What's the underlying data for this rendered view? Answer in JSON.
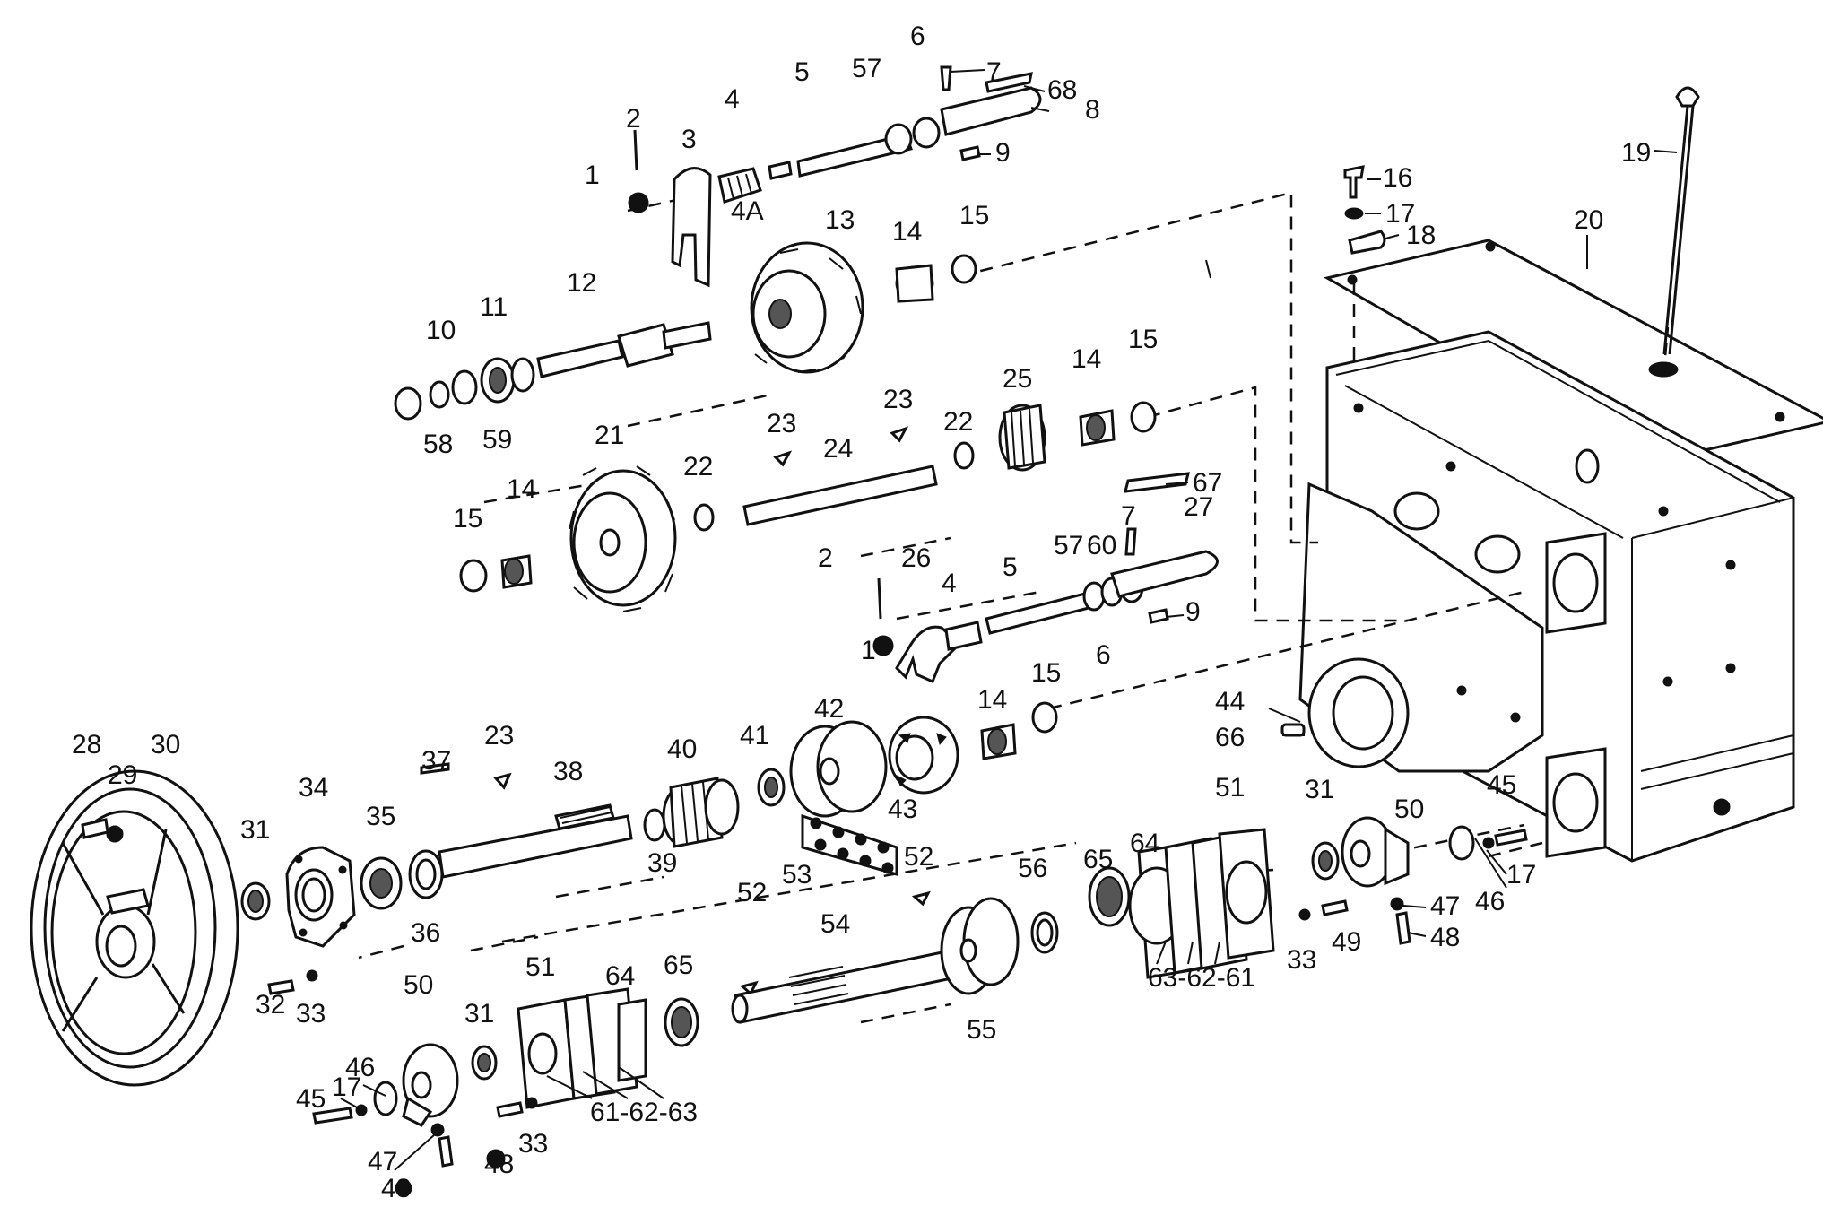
{
  "diagram": {
    "callouts": [
      {
        "id": "c1a",
        "text": "1"
      },
      {
        "id": "c2a",
        "text": "2"
      },
      {
        "id": "c3",
        "text": "3"
      },
      {
        "id": "c4a",
        "text": "4"
      },
      {
        "id": "c4A",
        "text": "4A"
      },
      {
        "id": "c5a",
        "text": "5"
      },
      {
        "id": "c57a",
        "text": "57"
      },
      {
        "id": "c6a",
        "text": "6"
      },
      {
        "id": "c7a",
        "text": "7"
      },
      {
        "id": "c68",
        "text": "68"
      },
      {
        "id": "c8",
        "text": "8"
      },
      {
        "id": "c9a",
        "text": "9"
      },
      {
        "id": "c16",
        "text": "16"
      },
      {
        "id": "c17a",
        "text": "17"
      },
      {
        "id": "c18",
        "text": "18"
      },
      {
        "id": "c19",
        "text": "19"
      },
      {
        "id": "c20",
        "text": "20"
      },
      {
        "id": "c10",
        "text": "10"
      },
      {
        "id": "c11",
        "text": "11"
      },
      {
        "id": "c12",
        "text": "12"
      },
      {
        "id": "c13",
        "text": "13"
      },
      {
        "id": "c14a",
        "text": "14"
      },
      {
        "id": "c15a",
        "text": "15"
      },
      {
        "id": "c58",
        "text": "58"
      },
      {
        "id": "c59",
        "text": "59"
      },
      {
        "id": "c25",
        "text": "25"
      },
      {
        "id": "c14b",
        "text": "14"
      },
      {
        "id": "c15b",
        "text": "15"
      },
      {
        "id": "c23a",
        "text": "23"
      },
      {
        "id": "c23b",
        "text": "23"
      },
      {
        "id": "c24",
        "text": "24"
      },
      {
        "id": "c22a",
        "text": "22"
      },
      {
        "id": "c21",
        "text": "21"
      },
      {
        "id": "c22b",
        "text": "22"
      },
      {
        "id": "c15c",
        "text": "15"
      },
      {
        "id": "c14c",
        "text": "14"
      },
      {
        "id": "c67",
        "text": "67"
      },
      {
        "id": "c7b",
        "text": "7"
      },
      {
        "id": "c27",
        "text": "27"
      },
      {
        "id": "c2b",
        "text": "2"
      },
      {
        "id": "c26",
        "text": "26"
      },
      {
        "id": "c5b",
        "text": "5"
      },
      {
        "id": "c57b",
        "text": "57"
      },
      {
        "id": "c60",
        "text": "60"
      },
      {
        "id": "c4b",
        "text": "4"
      },
      {
        "id": "c1b",
        "text": "1"
      },
      {
        "id": "c9b",
        "text": "9"
      },
      {
        "id": "c6b",
        "text": "6"
      },
      {
        "id": "c14d",
        "text": "14"
      },
      {
        "id": "c15d",
        "text": "15"
      },
      {
        "id": "c44",
        "text": "44"
      },
      {
        "id": "c66",
        "text": "66"
      },
      {
        "id": "c28",
        "text": "28"
      },
      {
        "id": "c29",
        "text": "29"
      },
      {
        "id": "c30",
        "text": "30"
      },
      {
        "id": "c31a",
        "text": "31"
      },
      {
        "id": "c34",
        "text": "34"
      },
      {
        "id": "c35",
        "text": "35"
      },
      {
        "id": "c37",
        "text": "37"
      },
      {
        "id": "c23c",
        "text": "23"
      },
      {
        "id": "c38",
        "text": "38"
      },
      {
        "id": "c40",
        "text": "40"
      },
      {
        "id": "c41",
        "text": "41"
      },
      {
        "id": "c42",
        "text": "42"
      },
      {
        "id": "c43",
        "text": "43"
      },
      {
        "id": "c39",
        "text": "39"
      },
      {
        "id": "c36",
        "text": "36"
      },
      {
        "id": "c53",
        "text": "53"
      },
      {
        "id": "c52a",
        "text": "52"
      },
      {
        "id": "c52b",
        "text": "52"
      },
      {
        "id": "c54",
        "text": "54"
      },
      {
        "id": "c56",
        "text": "56"
      },
      {
        "id": "c55",
        "text": "55"
      },
      {
        "id": "c65a",
        "text": "65"
      },
      {
        "id": "c64a",
        "text": "64"
      },
      {
        "id": "c51a",
        "text": "51"
      },
      {
        "id": "c31b",
        "text": "31"
      },
      {
        "id": "c50a",
        "text": "50"
      },
      {
        "id": "c45a",
        "text": "45"
      },
      {
        "id": "c17b",
        "text": "17"
      },
      {
        "id": "c46a",
        "text": "46"
      },
      {
        "id": "c47a",
        "text": "47"
      },
      {
        "id": "c48a",
        "text": "48"
      },
      {
        "id": "c49",
        "text": "49"
      },
      {
        "id": "c33a",
        "text": "33"
      },
      {
        "id": "c63a",
        "text": "63-62-61"
      },
      {
        "id": "c32",
        "text": "32"
      },
      {
        "id": "c33b",
        "text": "33"
      },
      {
        "id": "c50b",
        "text": "50"
      },
      {
        "id": "c31c",
        "text": "31"
      },
      {
        "id": "c51b",
        "text": "51"
      },
      {
        "id": "c64b",
        "text": "64"
      },
      {
        "id": "c65b",
        "text": "65"
      },
      {
        "id": "c46b",
        "text": "46"
      },
      {
        "id": "c17c",
        "text": "17"
      },
      {
        "id": "c45b",
        "text": "45"
      },
      {
        "id": "c61b",
        "text": "61-62-63"
      },
      {
        "id": "c33c",
        "text": "33"
      },
      {
        "id": "c47b",
        "text": "47"
      },
      {
        "id": "c48b",
        "text": "48"
      },
      {
        "id": "c48c",
        "text": "48"
      }
    ]
  }
}
